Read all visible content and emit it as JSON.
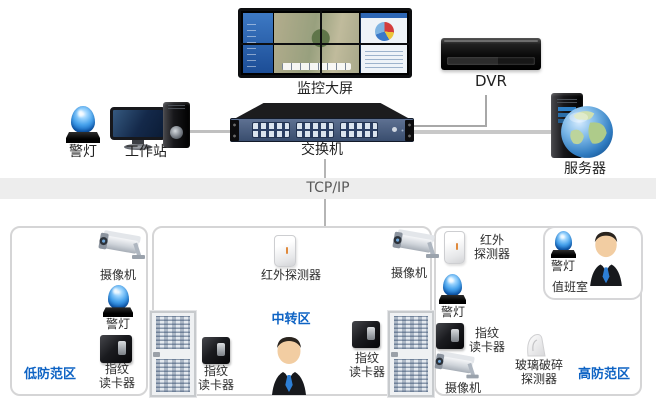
{
  "backbone": {
    "monitor_label": "监控大屏",
    "dvr_label": "DVR",
    "switch_label": "交换机",
    "alarm_label": "警灯",
    "workstation_label": "工作站",
    "server_label": "服务器",
    "protocol_label": "TCP/IP"
  },
  "zone_low": {
    "name": "低防范区",
    "camera_label": "摄像机",
    "alarm_label": "警灯",
    "fingerprint_label": "指纹\n读卡器"
  },
  "zone_mid": {
    "name": "中转区",
    "ir_label": "红外探测器",
    "fingerprint_left_label": "指纹\n读卡器",
    "camera_label": "摄像机",
    "fingerprint_right_label": "指纹\n读卡器"
  },
  "zone_high": {
    "name": "高防范区",
    "ir_label": "红外\n探测器",
    "alarm_label": "警灯",
    "fingerprint_label": "指纹\n读卡器",
    "camera_label": "摄像机",
    "glass_label": "玻璃破碎\n探测器",
    "duty_room": {
      "alarm_label": "警灯",
      "name": "值班室"
    }
  },
  "colors": {
    "zone_label_blue": "#0e63c4",
    "band_bg": "#ededed",
    "band_text": "#5a5a5a",
    "alarm_blue": "#2e8fe0",
    "switch_panel": "#4c5f80",
    "line_gray": "#c0c0c0"
  }
}
